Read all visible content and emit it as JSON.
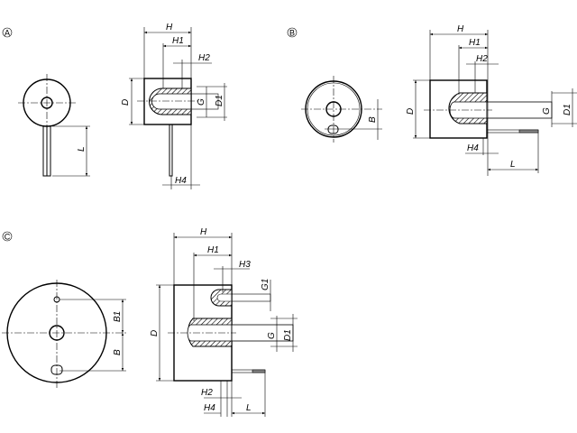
{
  "variants": [
    {
      "id": "A",
      "dims": {
        "H": "H",
        "H1": "H1",
        "H2": "H2",
        "D": "D",
        "G": "G",
        "D1": "D1",
        "H4": "H4",
        "L": "L"
      }
    },
    {
      "id": "B",
      "dims": {
        "H": "H",
        "H1": "H1",
        "H2": "H2",
        "D": "D",
        "G": "G",
        "D1": "D1",
        "H4": "H4",
        "L": "L",
        "B": "B"
      }
    },
    {
      "id": "C",
      "dims": {
        "H": "H",
        "H1": "H1",
        "H2": "H2",
        "H3": "H3",
        "D": "D",
        "G": "G",
        "G1": "G1",
        "D1": "D1",
        "H4": "H4",
        "L": "L",
        "B": "B",
        "B1": "B1"
      }
    }
  ]
}
